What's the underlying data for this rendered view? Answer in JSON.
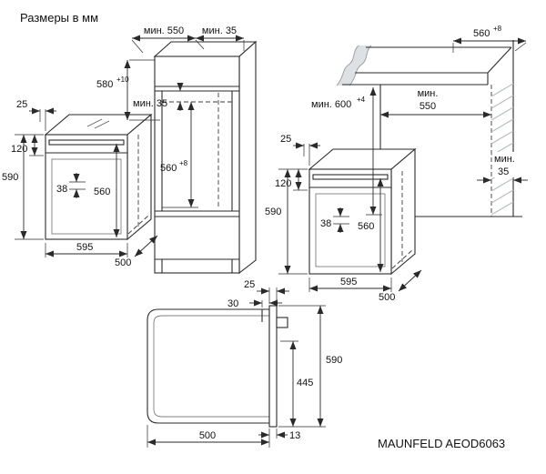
{
  "title": "Размеры в мм",
  "model": "MAUNFELD AEOD6063",
  "left": {
    "depth_min": "мин. 550",
    "gap_top_min": "мин. 35",
    "niche_height": "580",
    "niche_height_tol": "+10",
    "gap_inner_min": "мин. 35",
    "niche_width": "560",
    "niche_width_tol": "+8",
    "offset_25": "25",
    "panel_120": "120",
    "height_590": "590",
    "inset_38": "38",
    "door_560": "560",
    "width_595": "595",
    "depth_500": "500"
  },
  "right": {
    "niche_560": "560",
    "niche_560_tol": "+8",
    "height_min600": "мин. 600",
    "height_min600_tol": "+4",
    "depth_min_word": "мин.",
    "depth_min_value": "550",
    "gap_min_word": "мин.",
    "gap_min_value": "35",
    "offset_25": "25",
    "panel_120": "120",
    "height_590": "590",
    "inset_38": "38",
    "door_560": "560",
    "width_595": "595",
    "depth_500": "500"
  },
  "top_view": {
    "door_25": "25",
    "gap_30": "30",
    "width_590": "590",
    "body_445": "445",
    "door_13": "13",
    "depth_500": "500"
  }
}
